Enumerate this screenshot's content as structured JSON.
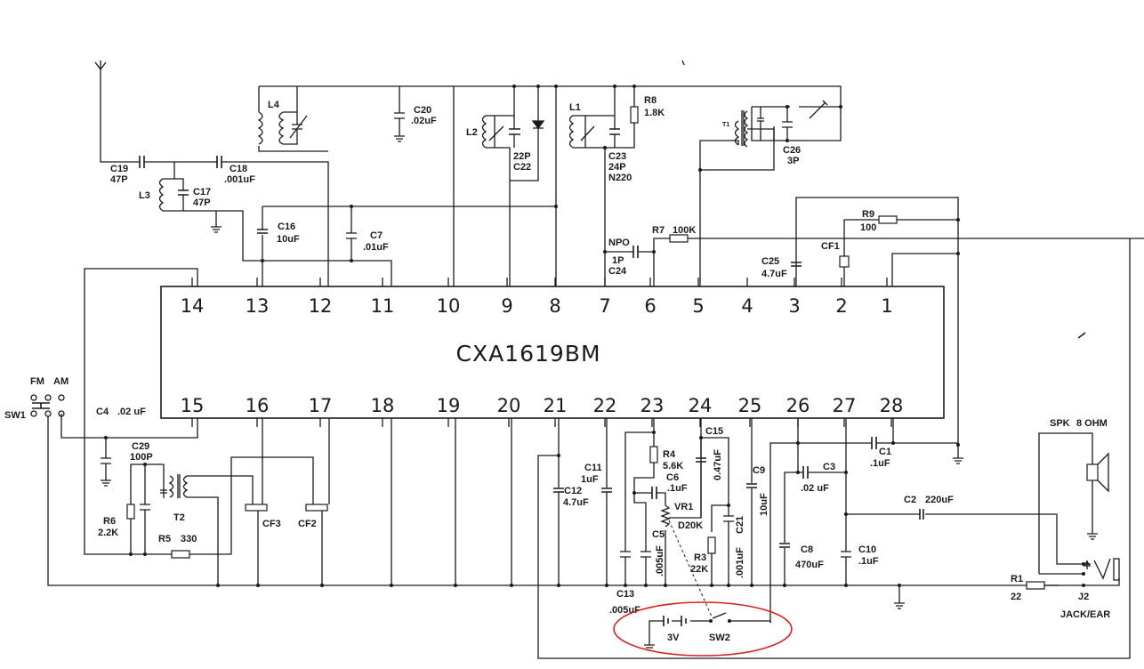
{
  "ic": {
    "name": "CXA1619BM",
    "top_pins": [
      "14",
      "13",
      "12",
      "11",
      "10",
      "9",
      "8",
      "7",
      "6",
      "5",
      "4",
      "3",
      "2",
      "1"
    ],
    "bottom_pins": [
      "15",
      "16",
      "17",
      "18",
      "19",
      "20",
      "21",
      "22",
      "23",
      "24",
      "25",
      "26",
      "27",
      "28"
    ]
  },
  "components": {
    "c19": {
      "ref": "C19",
      "value": "47P"
    },
    "c18": {
      "ref": "C18",
      "value": ".001uF"
    },
    "l3": {
      "ref": "L3"
    },
    "c17": {
      "ref": "C17",
      "value": "47P"
    },
    "l4": {
      "ref": "L4"
    },
    "c20": {
      "ref": "C20",
      "value": ".02uF"
    },
    "c16": {
      "ref": "C16",
      "value": "10uF"
    },
    "c7": {
      "ref": "C7",
      "value": ".01uF"
    },
    "l2": {
      "ref": "L2"
    },
    "c22": {
      "ref": "C22",
      "value": "22P"
    },
    "l1": {
      "ref": "L1"
    },
    "r8": {
      "ref": "R8",
      "value": "1.8K"
    },
    "c23": {
      "ref": "C23",
      "value": "24P",
      "extra": "N220"
    },
    "c24": {
      "ref": "C24",
      "value": "1P",
      "extra": "NPO"
    },
    "r7": {
      "ref": "R7",
      "value": "100K"
    },
    "t1": {
      "ref": "T1"
    },
    "c26": {
      "ref": "C26",
      "value": "3P"
    },
    "r9": {
      "ref": "R9",
      "value": "100"
    },
    "cf1": {
      "ref": "CF1"
    },
    "c25": {
      "ref": "C25",
      "value": "4.7uF"
    },
    "sw1": {
      "ref": "SW1",
      "pos_fm": "FM",
      "pos_am": "AM"
    },
    "c4": {
      "ref": "C4",
      "value": ".02 uF"
    },
    "c29": {
      "ref": "C29",
      "value": "100P"
    },
    "t2": {
      "ref": "T2"
    },
    "r6": {
      "ref": "R6",
      "value": "2.2K"
    },
    "r5": {
      "ref": "R5",
      "value": "330"
    },
    "cf3": {
      "ref": "CF3"
    },
    "cf2": {
      "ref": "CF2"
    },
    "c11": {
      "ref": "C11",
      "value": "1uF"
    },
    "c12": {
      "ref": "C12",
      "value": "4.7uF"
    },
    "r4": {
      "ref": "R4",
      "value": "5.6K"
    },
    "c6": {
      "ref": "C6",
      "value": ".1uF"
    },
    "vr1": {
      "ref": "VR1",
      "value": "D20K"
    },
    "c5": {
      "ref": "C5",
      "value": ".005uF"
    },
    "c13": {
      "ref": "C13",
      "value": ".005uF"
    },
    "c15": {
      "ref": "C15",
      "value": "0.47uF"
    },
    "r3": {
      "ref": "R3",
      "value": "22K"
    },
    "c21": {
      "ref": "C21",
      "value": ".001uF"
    },
    "c9": {
      "ref": "C9",
      "value": "10uF"
    },
    "c3": {
      "ref": "C3",
      "value": ".02 uF"
    },
    "c1": {
      "ref": "C1",
      "value": ".1uF"
    },
    "c8": {
      "ref": "C8",
      "value": "470uF"
    },
    "c10": {
      "ref": "C10",
      "value": ".1uF"
    },
    "c2": {
      "ref": "C2",
      "value": "220uF"
    },
    "spk": {
      "ref": "SPK",
      "value": "8 OHM"
    },
    "r1": {
      "ref": "R1",
      "value": "22"
    },
    "j2": {
      "ref": "J2",
      "value": "JACK/EAR"
    },
    "battery": {
      "value": "3V"
    },
    "sw2": {
      "ref": "SW2"
    }
  },
  "highlight": {
    "color": "#d42020",
    "target": "battery-switch"
  }
}
